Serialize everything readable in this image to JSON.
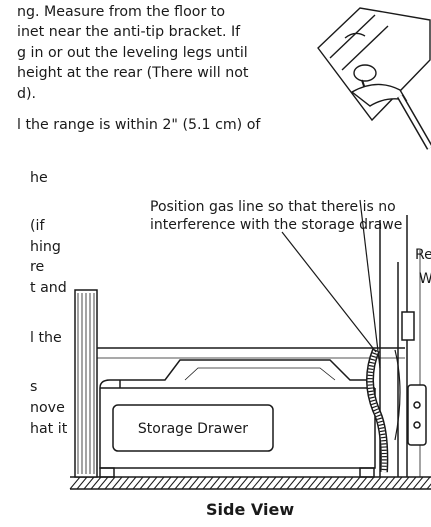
{
  "instructions": {
    "lines_top": [
      "ng. Measure from the floor to",
      "inet near the anti-tip bracket. If",
      "g in or out the leveling legs until",
      "height at the rear (There will not",
      "d)."
    ],
    "line_range": "l the range is within 2\" (5.1 cm) of",
    "left_fragments": [
      "he",
      "(if",
      "hing",
      "re",
      "t and",
      "l the",
      "s",
      "nove",
      "hat it"
    ]
  },
  "diagram": {
    "callout_line1": "Position gas line so that there is no",
    "callout_line2": "interference with the storage drawe",
    "right_frag1": "Re",
    "right_frag2": "W",
    "drawer_label": "Storage Drawer",
    "title": "Side View"
  }
}
